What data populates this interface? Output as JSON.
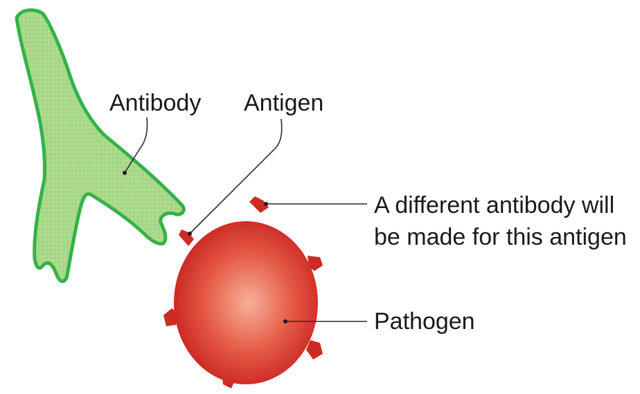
{
  "labels": {
    "antibody": "Antibody",
    "antigen": "Antigen",
    "different_line1": "A different antibody will",
    "different_line2": "be made for this antigen",
    "pathogen": "Pathogen"
  },
  "colors": {
    "antibody_fill": "#a9d98a",
    "antibody_outline": "#33b24a",
    "pathogen_light": "#f7b09a",
    "pathogen_mid": "#e55a45",
    "pathogen_dark": "#c8231f",
    "antigen_fill": "#cc2a25"
  }
}
